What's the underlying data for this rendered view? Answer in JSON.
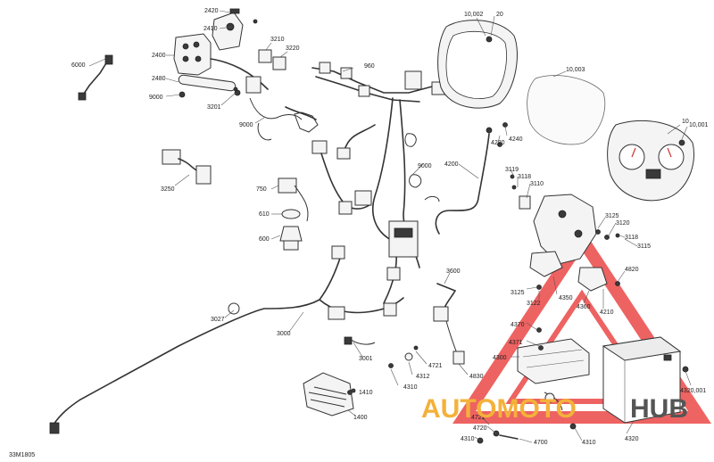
{
  "diagram": {
    "code": "33M1805",
    "watermark": {
      "brand_a": "AUTOMOTO",
      "brand_b": "HUB",
      "color_a": "#f4b13a",
      "color_b": "#555555",
      "triangle_color": "#e8302e"
    },
    "labels": {
      "p2420": "2420",
      "p2410": "2410",
      "p2400": "2400",
      "p2480": "2480",
      "p9000a": "9000",
      "p3201": "3201",
      "p3210": "3210",
      "p3220": "3220",
      "p6000": "6000",
      "p960": "960",
      "p9000b": "9000",
      "p3250": "3250",
      "p750": "750",
      "p610": "610",
      "p600": "600",
      "p10002": "10,002",
      "p20": "20",
      "p10003": "10,003",
      "p4220": "4220",
      "p4240": "4240",
      "p9000c": "9000",
      "p4200": "4200",
      "p10": "10",
      "p10001": "10,001",
      "p3119": "3119",
      "p3118a": "3118",
      "p3110": "3110",
      "p3125a": "3125",
      "p3120": "3120",
      "p3118b": "3118",
      "p3115": "3115",
      "p4820": "4820",
      "p3600": "3600",
      "p3125b": "3125",
      "p4350": "4350",
      "p3122": "3122",
      "p4360": "4360",
      "p4210": "4210",
      "p3027": "3027",
      "p3000": "3000",
      "p4370": "4370",
      "p4371": "4371",
      "p4300": "4300",
      "p3001": "3001",
      "p4312": "4312",
      "p4721a": "4721",
      "p4310a": "4310",
      "p4830": "4830",
      "p1410": "1410",
      "p1400": "1400",
      "p4721b": "4721",
      "p4720": "4720",
      "p4310b": "4310",
      "p4700": "4700",
      "p4310c": "4310",
      "p4320": "4320",
      "p4320001": "4320,001"
    }
  }
}
